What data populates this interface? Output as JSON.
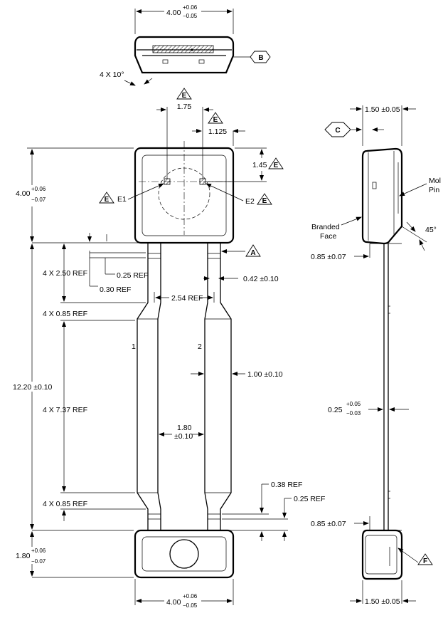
{
  "dims": {
    "top_width_main": "4.00",
    "top_width_tol_plus": "+0.06",
    "top_width_tol_minus": "−0.05",
    "draft_angle": "4 X 10°",
    "dim_1_75": "1.75",
    "dim_1_125": "1.125",
    "dim_1_45": "1.45",
    "body_height_main": "4.00",
    "body_height_tol_plus": "+0.06",
    "body_height_tol_minus": "−0.07",
    "e1_label": "E1",
    "e2_label": "E2",
    "lead_2_50": "4 X 2.50 REF",
    "lead_0_25": "0.25 REF",
    "lead_0_30": "0.30 REF",
    "lead_0_42": "0.42 ±0.10",
    "pitch_2_54": "2.54 REF",
    "lead_0_85_top": "4 X 0.85 REF",
    "pin_1": "1",
    "pin_2": "2",
    "total_length": "12.20 ±0.10",
    "lead_7_37": "4 X 7.37 REF",
    "lead_width_1_00": "1.00 ±0.10",
    "gap_1_80_main": "1.80",
    "gap_1_80_tol": "±0.10",
    "lead_0_85_bottom": "4 X 0.85 REF",
    "bottom_0_38": "0.38 REF",
    "bottom_0_25": "0.25 REF",
    "tab_height_main": "1.80",
    "tab_height_tol_plus": "+0.06",
    "tab_height_tol_minus": "−0.07",
    "bottom_width_main": "4.00",
    "bottom_width_tol_plus": "+0.06",
    "bottom_width_tol_minus": "−0.05",
    "side_top_width": "1.50 ±0.05",
    "mold_pin": "Mold\nPin",
    "branded_face_1": "Branded",
    "branded_face_2": "Face",
    "chamfer_angle": "45°",
    "side_0_85_top": "0.85 ±0.07",
    "thickness_main": "0.25",
    "thickness_tol_plus": "+0.05",
    "thickness_tol_minus": "−0.03",
    "side_0_85_bottom": "0.85 ±0.07",
    "side_bottom_width": "1.50 ±0.05"
  },
  "mold_pin_lines": [
    "Mol",
    "Pin"
  ],
  "callouts": {
    "A": "A",
    "B": "B",
    "C": "C",
    "E": "E",
    "F": "F"
  }
}
